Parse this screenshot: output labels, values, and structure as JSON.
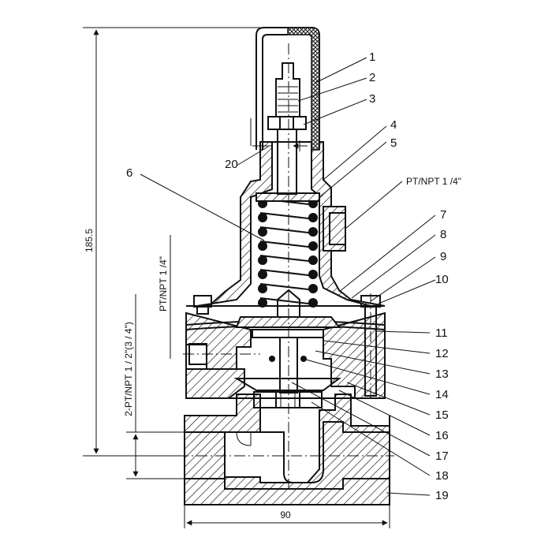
{
  "dimensions": {
    "height": "185.5",
    "width": "90",
    "inlet_outlet": "2-PT/NPT 1 / 2\"(3 / 4\")",
    "side_port_left": "PT/NPT 1 /4\"",
    "side_port_right": "PT/NPT 1 /4\""
  },
  "part_numbers": [
    "1",
    "2",
    "3",
    "4",
    "5",
    "6",
    "7",
    "8",
    "9",
    "10",
    "11",
    "12",
    "13",
    "14",
    "15",
    "16",
    "17",
    "18",
    "19",
    "20"
  ]
}
